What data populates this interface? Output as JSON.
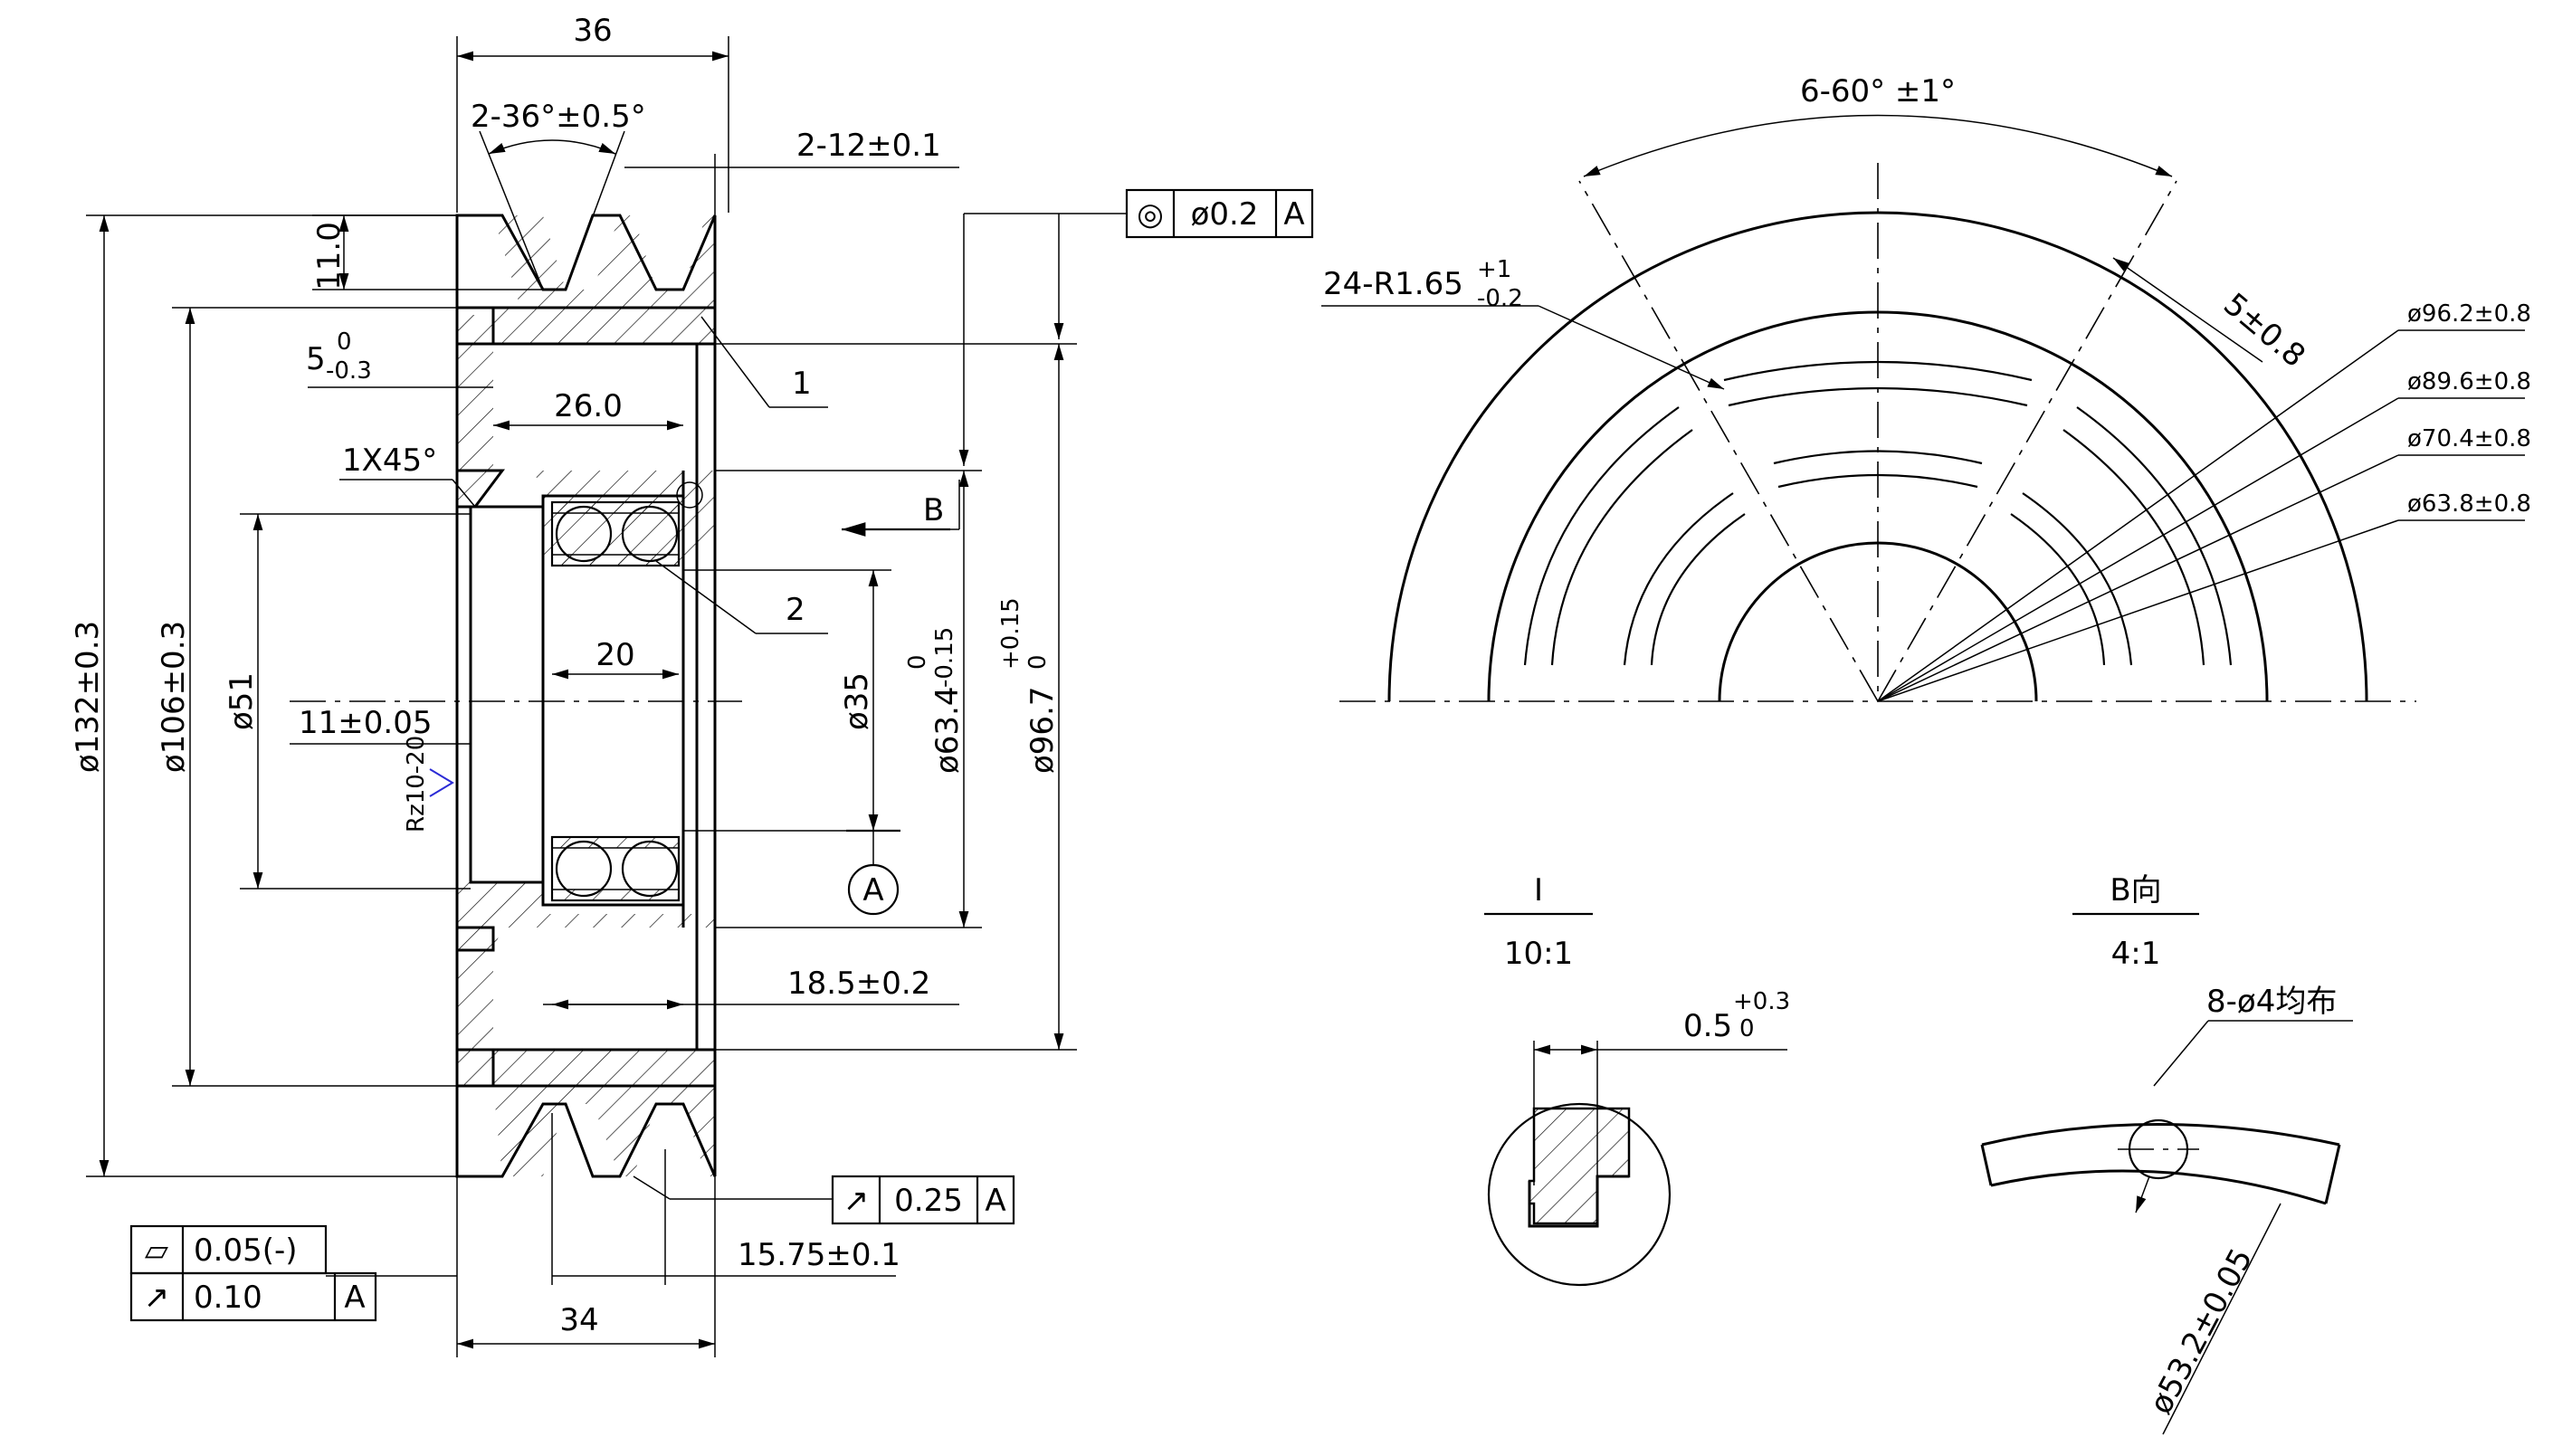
{
  "views": {
    "section": {
      "dims": {
        "width_top": "36",
        "groove_angle": "2-36°±0.5°",
        "groove_width": "2-12±0.1",
        "groove_depth": "11.0",
        "recess": "5",
        "recess_tol_upper": "0",
        "recess_tol_lower": "-0.3",
        "depth_26": "26.0",
        "chamfer": "1X45°",
        "bearing_width": "20",
        "bore_offset": "11±0.05",
        "offset_18": "18.5±0.2",
        "offset_15": "15.75±0.1",
        "width_bottom": "34",
        "dia_132": "ø132±0.3",
        "dia_106": "ø106±0.3",
        "dia_51": "ø51",
        "dia_35": "ø35",
        "dia_63": "ø63.4",
        "dia_63_tol_upper": "0",
        "dia_63_tol_lower": "-0.15",
        "dia_96": "ø96.7",
        "dia_96_tol_upper": "+0.15",
        "dia_96_tol_lower": "0",
        "roughness": "Rz10-20"
      },
      "callouts": {
        "part1": "1",
        "part2": "2",
        "view_b": "B",
        "datum_a": "A"
      },
      "fcf_concentricity": {
        "symbol": "◎",
        "value": "ø0.2",
        "datum": "A"
      },
      "fcf_runout": {
        "symbol": "↗",
        "value": "0.25",
        "datum": "A"
      },
      "fcf_flatness": {
        "symbol": "▱",
        "value": "0.05(-)"
      },
      "fcf_runout2": {
        "symbol": "↗",
        "value": "0.10",
        "datum": "A"
      }
    },
    "plate": {
      "angle": "6-60° ±1°",
      "radius": "24-R1.65",
      "radius_tol_upper": "+1",
      "radius_tol_lower": "-0.2",
      "slot_width": "5±0.8",
      "dia_96": "ø96.2±0.8",
      "dia_89": "ø89.6±0.8",
      "dia_70": "ø70.4±0.8",
      "dia_63": "ø63.8±0.8"
    },
    "detail_i": {
      "label": "I",
      "scale": "10:1",
      "dim": "0.5",
      "dim_tol_upper": "+0.3",
      "dim_tol_lower": "0"
    },
    "view_b": {
      "label": "B向",
      "scale": "4:1",
      "holes": "8-ø4均布",
      "dia": "ø53.2±0.05"
    }
  }
}
